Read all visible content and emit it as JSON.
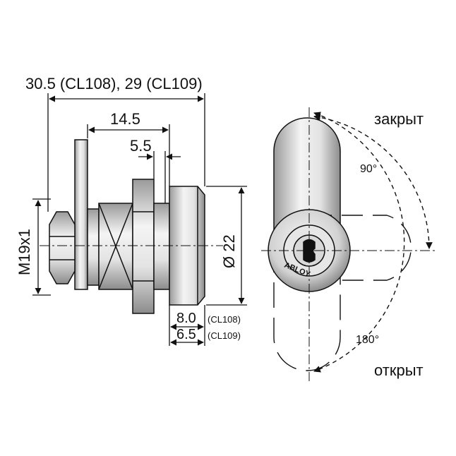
{
  "dimensions": {
    "overall_length": "30.5 (CL108), 29 (CL109)",
    "length_14_5": "14.5",
    "length_5_5": "5.5",
    "thread": "M19x1",
    "diameter": "Ø 22",
    "flange_cl108_value": "8.0",
    "flange_cl108_label": "(CL108)",
    "flange_cl109_value": "6.5",
    "flange_cl109_label": "(CL109)"
  },
  "rotation": {
    "closed_label": "закрыт",
    "open_label": "открыт",
    "angle_90": "90°",
    "angle_180": "180°"
  },
  "face": {
    "brand": "ABLOY"
  },
  "colors": {
    "metal_light": "#f2f2f2",
    "metal_mid": "#c8c8c8",
    "metal_dark": "#8a8a8a",
    "line": "#111111"
  }
}
